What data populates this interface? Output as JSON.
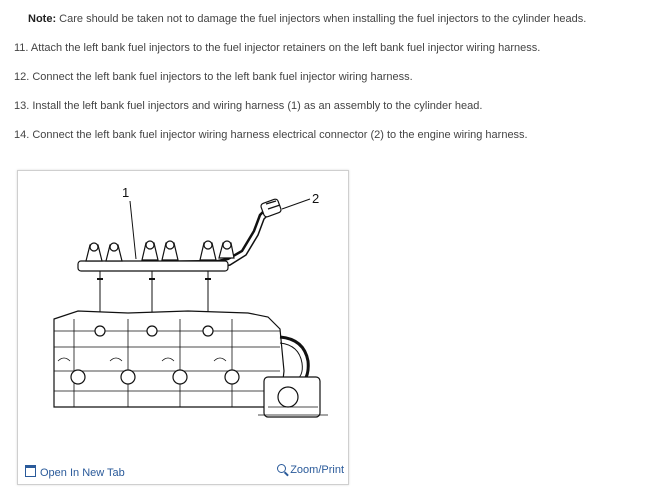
{
  "note": {
    "label": "Note:",
    "text": " Care should be taken not to damage the fuel injectors when installing the fuel injectors to the cylinder heads."
  },
  "steps": [
    {
      "num": "11.",
      "text": " Attach the left bank fuel injectors to the fuel injector retainers on the left bank fuel injector wiring harness."
    },
    {
      "num": "12.",
      "text": " Connect the left bank fuel injectors to the left bank fuel injector wiring harness."
    },
    {
      "num": "13.",
      "text": " Install the left bank fuel injectors and wiring harness (1) as an assembly to the cylinder head."
    },
    {
      "num": "14.",
      "text": " Connect the left bank fuel injector wiring harness electrical connector (2) to the engine wiring harness."
    }
  ],
  "figure": {
    "callout_1": "1",
    "callout_2": "2",
    "open_tab_label": "Open In New Tab",
    "zoom_label": "Zoom/Print",
    "link_color": "#2a5a9a"
  }
}
